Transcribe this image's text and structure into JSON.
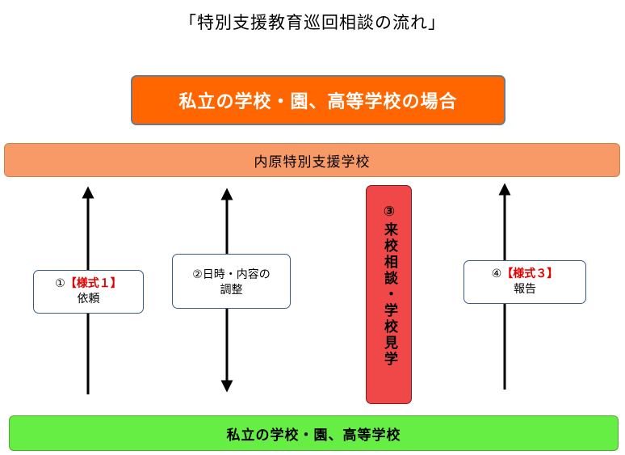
{
  "title": "「特別支援教育巡回相談の流れ」",
  "case_heading": "私立の学校・園、高等学校の場合",
  "support_school": "内原特別支援学校",
  "private_school": "私立の学校・園、高等学校",
  "step1": {
    "num": "①",
    "form": "【様式１】",
    "text": "依頼"
  },
  "step2": {
    "line1": "②日時・内容の",
    "line2": "調整"
  },
  "step3": {
    "text": "③来校相談・学校見学"
  },
  "step4": {
    "num": "④",
    "form": "【様式３】",
    "text": "報告"
  },
  "colors": {
    "case_heading_bg": "#ff6600",
    "support_school_bg": "#f79a67",
    "private_school_bg": "#66ee44",
    "step3_bg": "#f04848",
    "form_text": "#e00000"
  }
}
